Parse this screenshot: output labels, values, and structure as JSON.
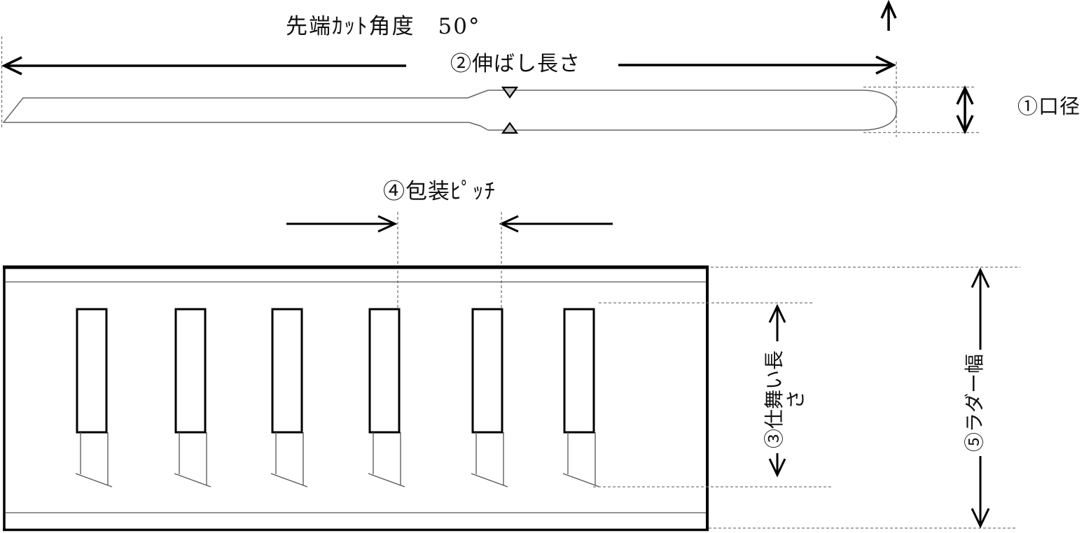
{
  "diagram": {
    "type": "technical-drawing",
    "labels": {
      "tip_cut_angle": "先端ｶｯﾄ角度　50°",
      "extend_length": "②伸ばし長さ",
      "bore_diameter": "①口径",
      "packing_pitch": "④包装ﾋﾟｯﾁ",
      "folded_length": "③仕舞い長さ",
      "ladder_width": "⑤ラダー幅"
    },
    "callout_numbers": [
      "①",
      "②",
      "③",
      "④",
      "⑤"
    ],
    "tip_cut_angle_value": "50°",
    "packaged_straw_count": 6,
    "colors": {
      "line": "#000000",
      "thin_line": "#666666",
      "dotted_line": "#777777",
      "marker_fill": "#c8c8c8",
      "background": "#ffffff"
    }
  }
}
